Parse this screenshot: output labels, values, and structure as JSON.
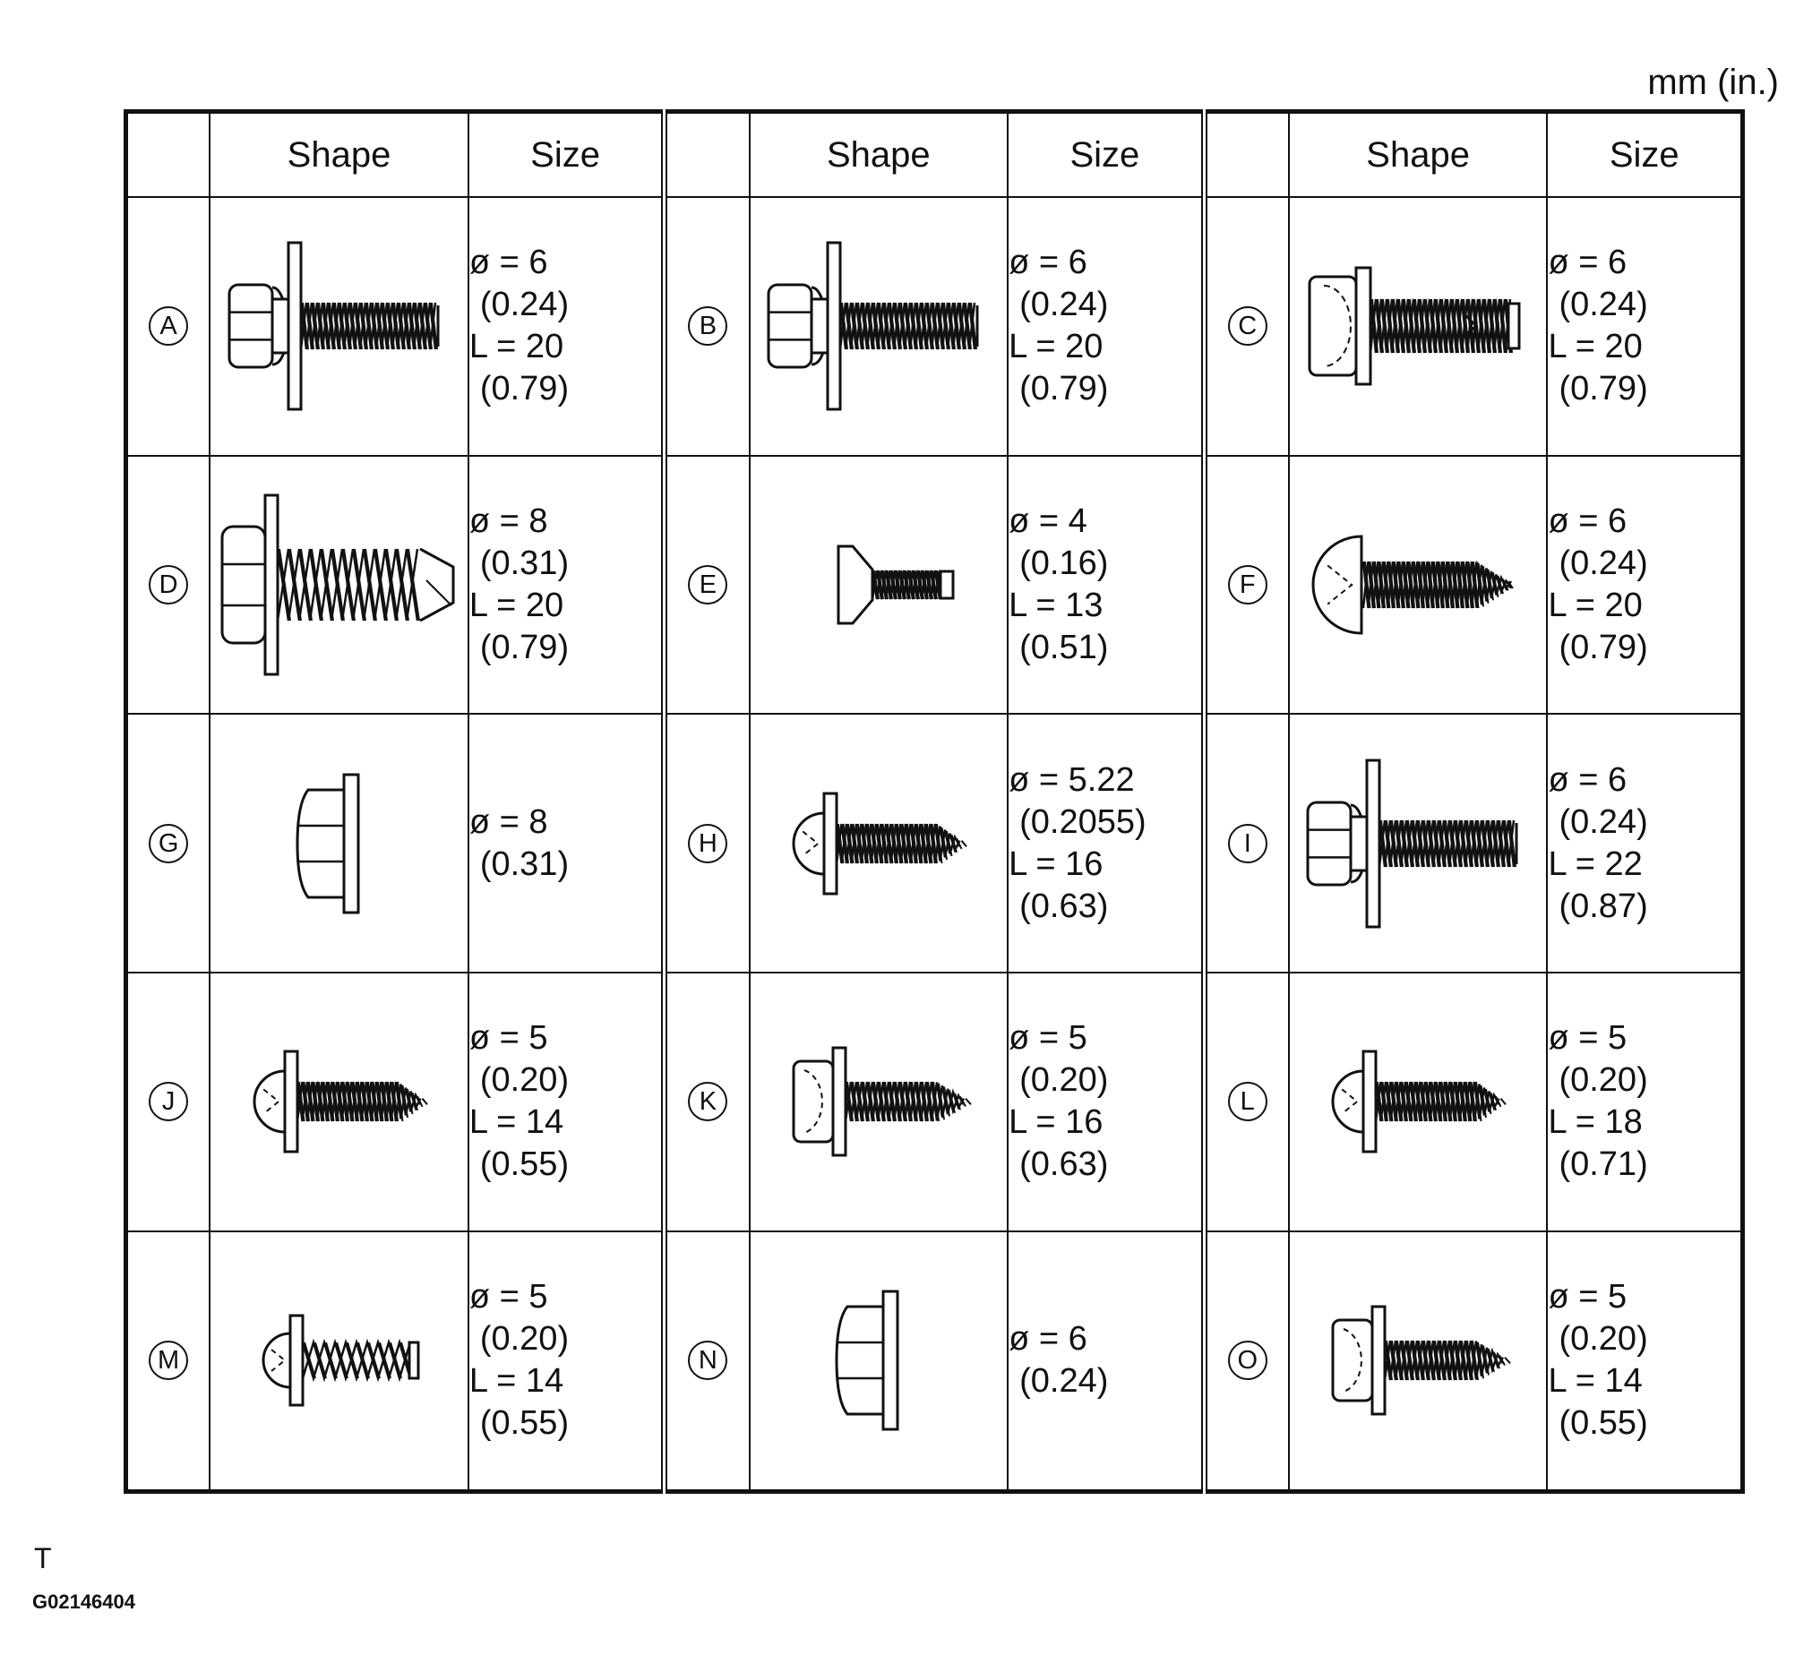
{
  "unit_label": "mm (in.)",
  "headers": {
    "shape": "Shape",
    "size": "Size"
  },
  "rows": [
    [
      {
        "label": "A",
        "shape": "flange-bolt-washer",
        "size": [
          "ø = 6",
          "(0.24)",
          "L = 20",
          "(0.79)"
        ]
      },
      {
        "label": "B",
        "shape": "flange-bolt-washer",
        "size": [
          "ø = 6",
          "(0.24)",
          "L = 20",
          "(0.79)"
        ]
      },
      {
        "label": "C",
        "shape": "hex-bolt-clip",
        "size": [
          "ø = 6",
          "(0.24)",
          "L = 20",
          "(0.79)"
        ]
      }
    ],
    [
      {
        "label": "D",
        "shape": "large-flange-bolt",
        "size": [
          "ø = 8",
          "(0.31)",
          "L = 20",
          "(0.79)"
        ]
      },
      {
        "label": "E",
        "shape": "countersunk-screw",
        "size": [
          "ø = 4",
          "(0.16)",
          "L = 13",
          "(0.51)"
        ]
      },
      {
        "label": "F",
        "shape": "round-head-screw",
        "size": [
          "ø = 6",
          "(0.24)",
          "L = 20",
          "(0.79)"
        ]
      }
    ],
    [
      {
        "label": "G",
        "shape": "flange-nut",
        "size": [
          "ø = 8",
          "(0.31)"
        ]
      },
      {
        "label": "H",
        "shape": "pan-head-tapping-screw",
        "size": [
          "ø = 5.22",
          "(0.2055)",
          "L = 16",
          "(0.63)"
        ]
      },
      {
        "label": "I",
        "shape": "flange-bolt-washer",
        "size": [
          "ø = 6",
          "(0.24)",
          "L = 22",
          "(0.87)"
        ]
      }
    ],
    [
      {
        "label": "J",
        "shape": "pan-head-tapping-screw",
        "size": [
          "ø = 5",
          "(0.20)",
          "L = 14",
          "(0.55)"
        ]
      },
      {
        "label": "K",
        "shape": "hex-tapping-screw",
        "size": [
          "ø = 5",
          "(0.20)",
          "L = 16",
          "(0.63)"
        ]
      },
      {
        "label": "L",
        "shape": "pan-head-tapping-screw",
        "size": [
          "ø = 5",
          "(0.20)",
          "L = 18",
          "(0.71)"
        ]
      }
    ],
    [
      {
        "label": "M",
        "shape": "pan-head-coarse-screw",
        "size": [
          "ø = 5",
          "(0.20)",
          "L = 14",
          "(0.55)"
        ]
      },
      {
        "label": "N",
        "shape": "flange-nut",
        "size": [
          "ø = 6",
          "(0.24)"
        ]
      },
      {
        "label": "O",
        "shape": "hex-tapping-screw",
        "size": [
          "ø = 5",
          "(0.20)",
          "L = 14",
          "(0.55)"
        ]
      }
    ]
  ],
  "footer": {
    "mark": "T",
    "code": "G02146404"
  }
}
